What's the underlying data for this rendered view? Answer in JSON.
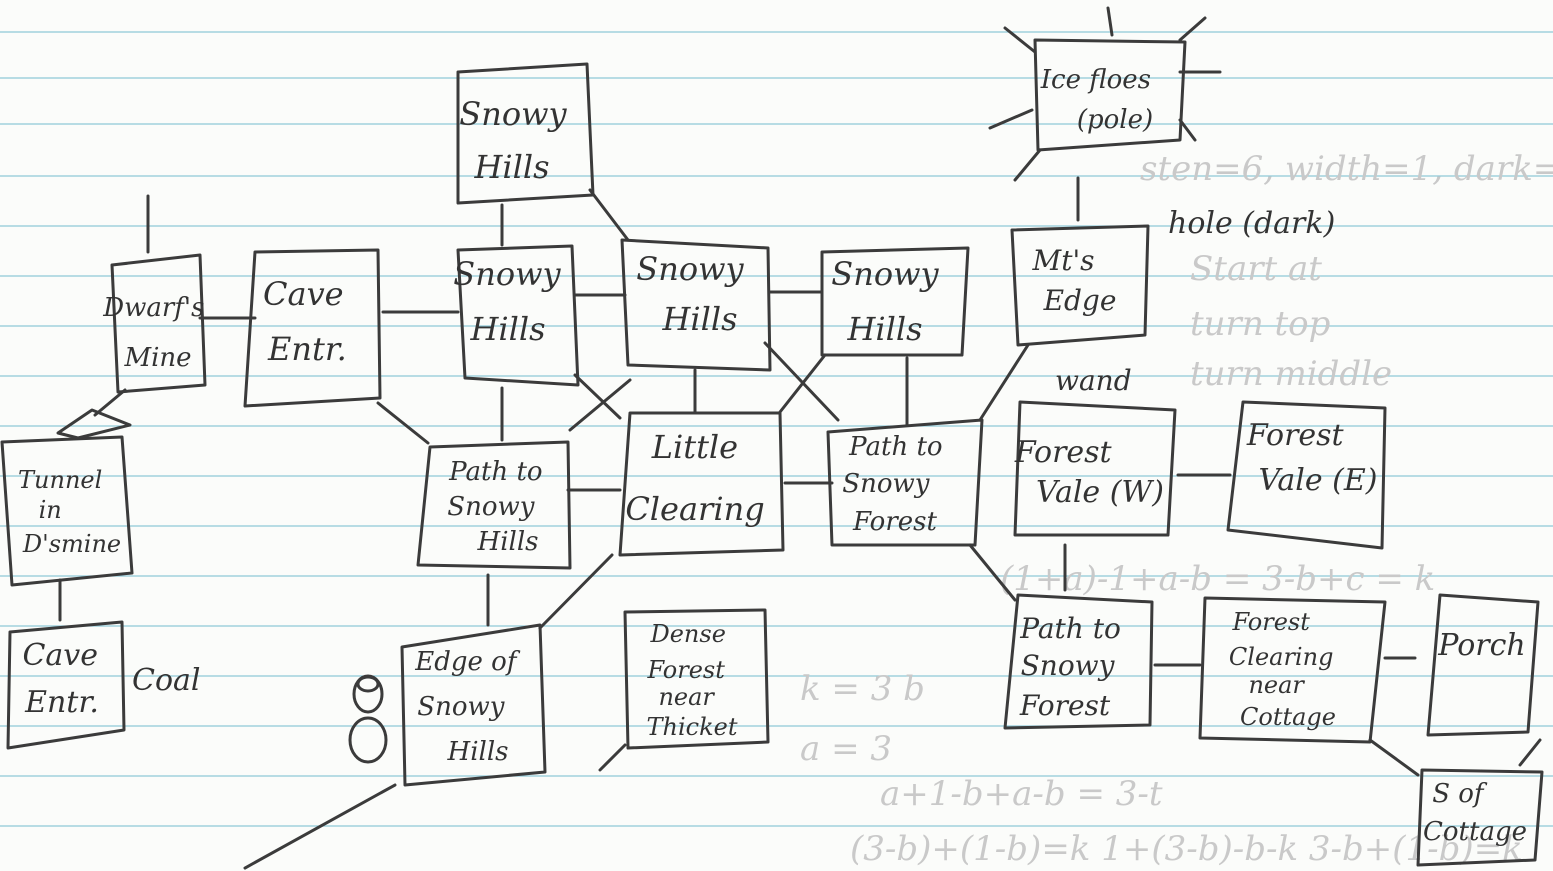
{
  "rooms": {
    "dwarfs_mine": [
      "Dwarf's",
      "Mine"
    ],
    "cave_entrance_top": [
      "Cave",
      "Entr."
    ],
    "tunnel": [
      "Tunnel",
      "in",
      "D'smine"
    ],
    "cave_entrance_bottom": [
      "Cave",
      "Entr."
    ],
    "snowy_hills_top": [
      "Snowy",
      "Hills"
    ],
    "snowy_hills_a": [
      "Snowy",
      "Hills"
    ],
    "snowy_hills_b": [
      "Snowy",
      "Hills"
    ],
    "snowy_hills_c": [
      "Snowy",
      "Hills"
    ],
    "path_to_snowy_hills": [
      "Path to",
      "Snowy",
      "Hills"
    ],
    "little_clearing": [
      "Little",
      "Clearing"
    ],
    "path_to_snowy_forest_1": [
      "Path to",
      "Snowy",
      "Forest"
    ],
    "edge_of_snowy_hills": [
      "Edge of",
      "Snowy",
      "Hills"
    ],
    "dense_forest": [
      "Dense",
      "Forest",
      "near",
      "Thicket"
    ],
    "ice_floes": [
      "Ice floes",
      "(pole)"
    ],
    "mts_edge": [
      "Mt's",
      "Edge"
    ],
    "forest_vale_w": [
      "Forest",
      "Vale (W)"
    ],
    "forest_vale_e": [
      "Forest",
      "Vale (E)"
    ],
    "path_to_snowy_forest_2": [
      "Path to",
      "Snowy",
      "Forest"
    ],
    "forest_clearing": [
      "Forest",
      "Clearing",
      "near",
      "Cottage"
    ],
    "porch": [
      "Porch"
    ],
    "s_of_cottage": [
      "S of",
      "Cottage"
    ]
  },
  "notes": {
    "coal": "Coal",
    "hole": "hole (dark)",
    "wand": "wand"
  }
}
